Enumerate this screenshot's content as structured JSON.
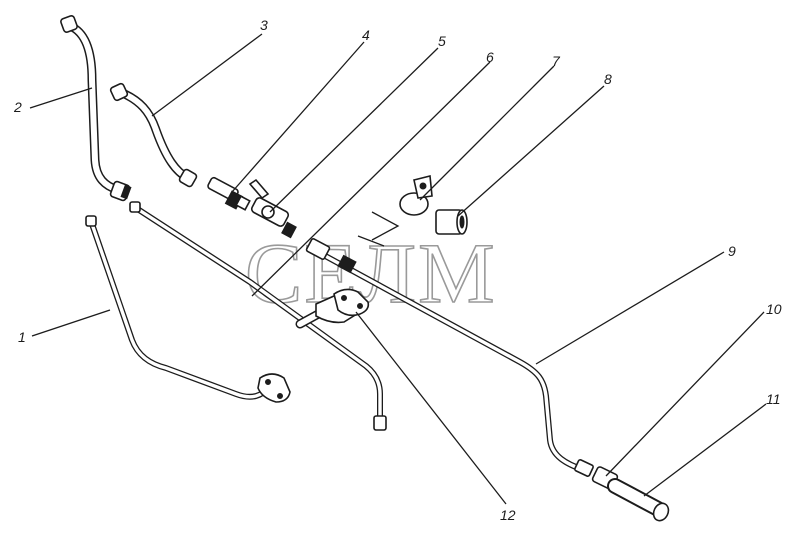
{
  "watermark": "СЕЛМ",
  "callouts": [
    {
      "id": "1",
      "label": "1"
    },
    {
      "id": "2",
      "label": "2"
    },
    {
      "id": "3",
      "label": "3"
    },
    {
      "id": "4",
      "label": "4"
    },
    {
      "id": "5",
      "label": "5"
    },
    {
      "id": "6",
      "label": "6"
    },
    {
      "id": "7",
      "label": "7"
    },
    {
      "id": "8",
      "label": "8"
    },
    {
      "id": "9",
      "label": "9"
    },
    {
      "id": "10",
      "label": "10"
    },
    {
      "id": "11",
      "label": "11"
    },
    {
      "id": "12",
      "label": "12"
    }
  ]
}
